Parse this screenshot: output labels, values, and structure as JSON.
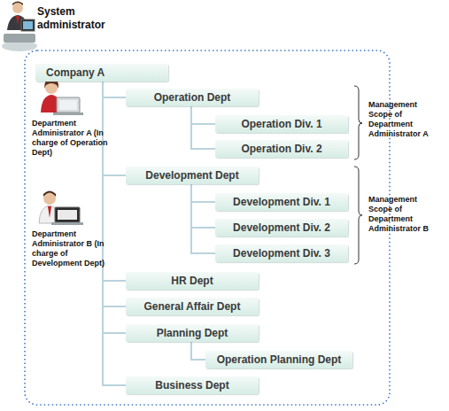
{
  "diagram": {
    "nodes": [
      {
        "text": [
          "Company A"
        ]
      },
      {
        "text": [
          "Operation Dept"
        ]
      },
      {
        "text": [
          "Operation Div. 1"
        ]
      },
      {
        "text": [
          "Operation Div. 2"
        ]
      },
      {
        "text": [
          "Development Dept"
        ]
      },
      {
        "text": [
          "Development Div. 1"
        ]
      },
      {
        "text": [
          "Development Div. 2"
        ]
      },
      {
        "text": [
          "Development Div. 3"
        ]
      },
      {
        "text": [
          "HR Dept"
        ]
      },
      {
        "text": [
          "General Affair Dept"
        ]
      },
      {
        "text": [
          "Planning Dept"
        ]
      },
      {
        "text": [
          "Operation Planning Dept"
        ]
      },
      {
        "text": [
          "Business Dept"
        ]
      }
    ],
    "edges": [
      {
        "from": 0,
        "to": 1,
        "arrow": "none"
      },
      {
        "from": 1,
        "to": 2,
        "arrow": "none"
      },
      {
        "from": 1,
        "to": 3,
        "arrow": "none"
      },
      {
        "from": 0,
        "to": 4,
        "arrow": "none"
      },
      {
        "from": 4,
        "to": 5,
        "arrow": "none"
      },
      {
        "from": 4,
        "to": 6,
        "arrow": "none"
      },
      {
        "from": 4,
        "to": 7,
        "arrow": "none"
      },
      {
        "from": 0,
        "to": 8,
        "arrow": "none"
      },
      {
        "from": 0,
        "to": 9,
        "arrow": "none"
      },
      {
        "from": 0,
        "to": 10,
        "arrow": "none"
      },
      {
        "from": 10,
        "to": 11,
        "arrow": "none"
      },
      {
        "from": 0,
        "to": 12,
        "arrow": "none"
      }
    ],
    "labels": [
      "System administrator",
      "Department Administrator A (In charge of Operation Dept)",
      "Department Administrator B (In charge of Development Dept)",
      "Management Scope of Department Administrator A",
      "Management Scope of Department Administrator B"
    ]
  }
}
